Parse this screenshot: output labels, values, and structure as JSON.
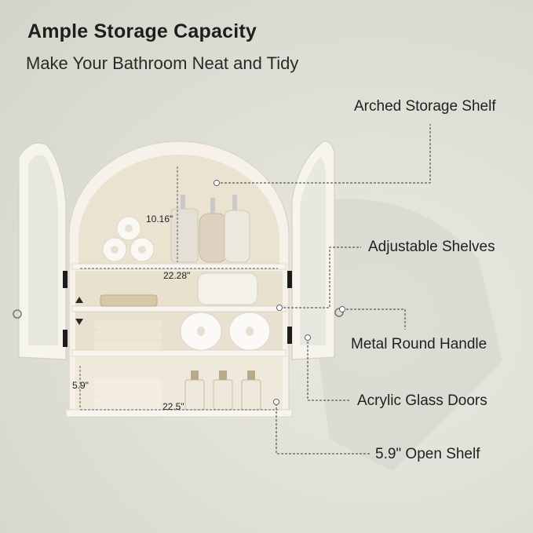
{
  "header": {
    "title": "Ample Storage Capacity",
    "subtitle": "Make Your Bathroom Neat and Tidy"
  },
  "callouts": {
    "arched_shelf": "Arched Storage Shelf",
    "adjustable_shelves": "Adjustable Shelves",
    "metal_handle": "Metal Round Handle",
    "acrylic_doors": "Acrylic Glass Doors",
    "open_shelf": "5.9\" Open Shelf"
  },
  "dimensions": {
    "arch_height": "10.16\"",
    "shelf_width": "22.28\"",
    "open_height": "5.9\"",
    "open_width": "22.5\""
  },
  "colors": {
    "cabinet": "#f5f1e8",
    "interior": "#ece4d4",
    "leader_line": "#3a3a3a"
  }
}
